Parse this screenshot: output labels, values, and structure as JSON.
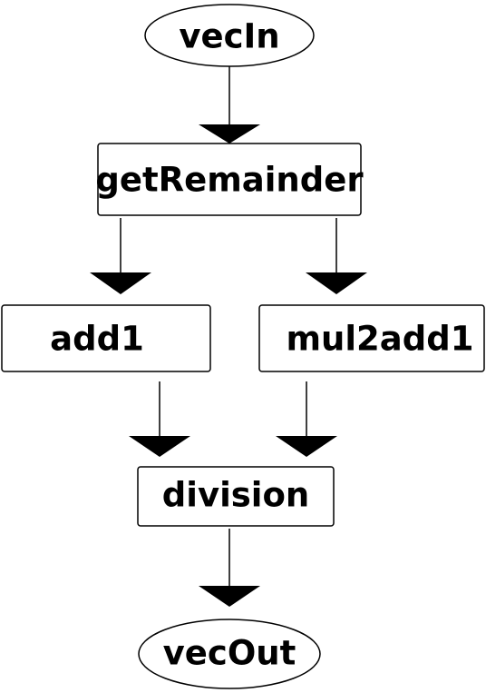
{
  "diagram": {
    "nodes": {
      "vecIn": "vecIn",
      "getRemainder": "getRemainder",
      "add1": "add1",
      "mul2add1": "mul2add1",
      "division": "division",
      "vecOut": "vecOut"
    },
    "edges": [
      [
        "vecIn",
        "getRemainder"
      ],
      [
        "getRemainder",
        "add1"
      ],
      [
        "getRemainder",
        "mul2add1"
      ],
      [
        "add1",
        "division"
      ],
      [
        "mul2add1",
        "division"
      ],
      [
        "division",
        "vecOut"
      ]
    ]
  }
}
